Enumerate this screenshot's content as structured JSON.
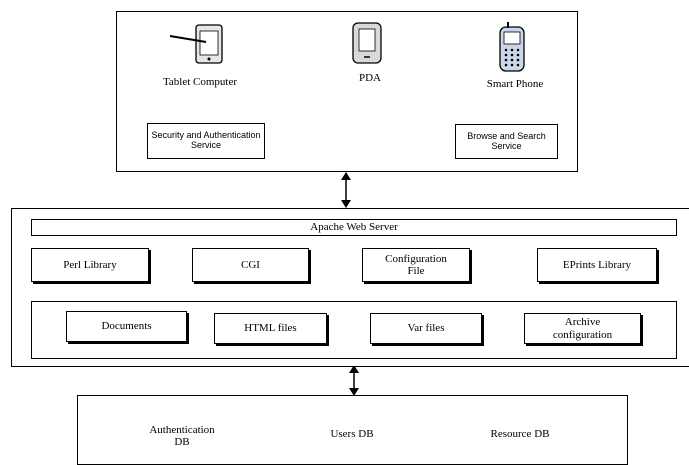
{
  "devices": {
    "tablet": "Tablet Computer",
    "pda": "PDA",
    "phone": "Smart Phone"
  },
  "services": {
    "security": "Security and Authentication Service",
    "browse": "Browse and Search Service"
  },
  "server": {
    "title": "Apache Web Server",
    "components": [
      "Perl Library",
      "CGI",
      "Configuration File",
      "EPrints Library"
    ],
    "files": [
      "Documents",
      "HTML files",
      "Var files",
      "Archive configuration"
    ]
  },
  "databases": [
    "Authentication DB",
    "Users DB",
    "Resource DB"
  ]
}
